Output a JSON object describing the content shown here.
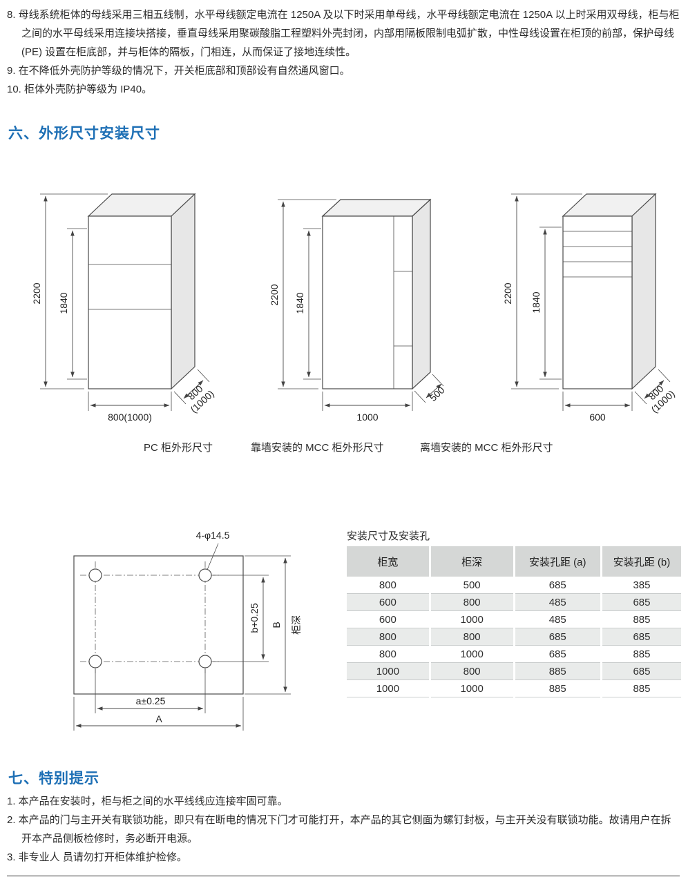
{
  "intro": {
    "items": [
      "8. 母线系统柜体的母线采用三相五线制，水平母线额定电流在 1250A 及以下时采用单母线，水平母线额定电流在 1250A 以上时采用双母线，柜与柜之间的水平母线采用连接块搭接，垂直母线采用聚碳酸脂工程塑料外壳封闭，内部用隔板限制电弧扩散，中性母线设置在柜顶的前部，保护母线 (PE) 设置在柜底部，并与柜体的隔板，门相连，从而保证了接地连续性。",
      "9. 在不降低外壳防护等级的情况下，开关柜底部和顶部设有自然通风窗口。",
      "10. 柜体外壳防护等级为 IP40。"
    ]
  },
  "section6": {
    "title": "六、外形尺寸安装尺寸",
    "drawings": [
      {
        "caption": "PC 柜外形尺寸",
        "total_height": "2200",
        "door_height": "1840",
        "width": "800(1000)",
        "depth_line1": "800",
        "depth_line2": "(1000)"
      },
      {
        "caption": "靠墙安装的 MCC 柜外形尺寸",
        "total_height": "2200",
        "door_height": "1840",
        "width": "1000",
        "depth_line1": "500",
        "depth_line2": ""
      },
      {
        "caption": "离墙安装的 MCC 柜外形尺寸",
        "total_height": "2200",
        "door_height": "1840",
        "width": "600",
        "depth_line1": "800",
        "depth_line2": "(1000)"
      }
    ],
    "install": {
      "label": "安装尺寸及安装孔",
      "diagram": {
        "holes_label": "4-φ14.5",
        "dim_a": "a±0.25",
        "dim_A": "A",
        "dim_b": "b+0.25",
        "dim_B": "B",
        "depth_label": "柜深"
      },
      "table": {
        "headers": [
          "柜宽",
          "柜深",
          "安装孔距 (a)",
          "安装孔距 (b)"
        ],
        "rows": [
          [
            "800",
            "500",
            "685",
            "385"
          ],
          [
            "600",
            "800",
            "485",
            "685"
          ],
          [
            "600",
            "1000",
            "485",
            "885"
          ],
          [
            "800",
            "800",
            "685",
            "685"
          ],
          [
            "800",
            "1000",
            "685",
            "885"
          ],
          [
            "1000",
            "800",
            "885",
            "685"
          ],
          [
            "1000",
            "1000",
            "885",
            "885"
          ]
        ]
      }
    }
  },
  "section7": {
    "title": "七、特别提示",
    "notes": [
      "1. 本产品在安装时，柜与柜之间的水平线线应连接牢固可靠。",
      "2. 本产品的门与主开关有联锁功能，即只有在断电的情况下门才可能打开，本产品的其它侧面为螺钉封板，与主开关没有联锁功能。故请用户在拆开本产品侧板检修时，务必断开电源。",
      "3. 非专业人 员请勿打开柜体维护检修。"
    ]
  }
}
